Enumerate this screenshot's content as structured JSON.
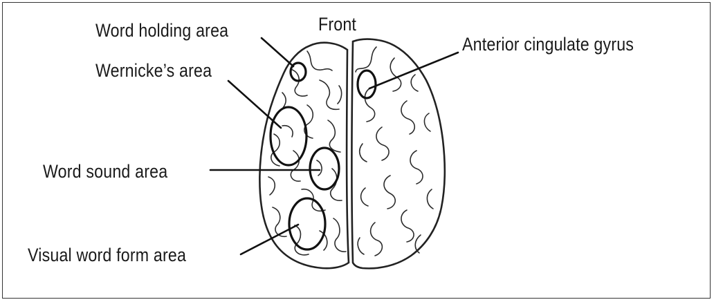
{
  "diagram": {
    "labels": {
      "front": "Front",
      "word_holding_area": "Word holding area",
      "wernickes_area": "Wernicke’s area",
      "word_sound_area": "Word sound area",
      "visual_word_form_area": "Visual word form area",
      "anterior_cingulate_gyrus": "Anterior cingulate gyrus"
    }
  }
}
